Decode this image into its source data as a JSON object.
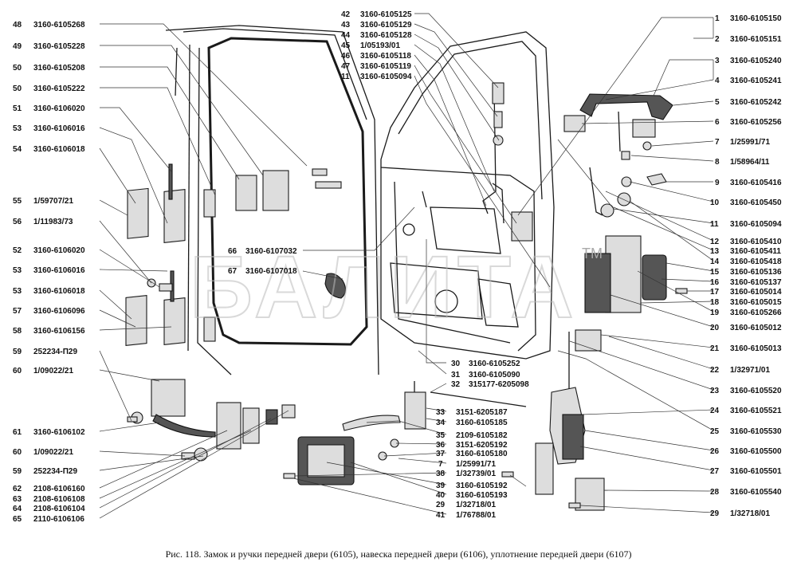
{
  "caption": "Рис. 118. Замок и ручки передней двери (6105), навеска передней двери (6106), уплотнение передней двери (6107)",
  "watermark": {
    "text": "БАЛИТА",
    "tm": "TM"
  },
  "labels": [
    {
      "id": "L48",
      "num": "48",
      "code": "3160-6105268"
    },
    {
      "id": "L49",
      "num": "49",
      "code": "3160-6105228"
    },
    {
      "id": "L50",
      "num": "50",
      "code": "3160-6105208"
    },
    {
      "id": "L51",
      "num": "50",
      "code": "3160-6105222"
    },
    {
      "id": "L52",
      "num": "51",
      "code": "3160-6106020"
    },
    {
      "id": "L53",
      "num": "53",
      "code": "3160-6106016"
    },
    {
      "id": "L54",
      "num": "54",
      "code": "3160-6106018"
    },
    {
      "id": "L55",
      "num": "55",
      "code": "1/59707/21"
    },
    {
      "id": "L56",
      "num": "56",
      "code": "1/11983/73"
    },
    {
      "id": "L57",
      "num": "52",
      "code": "3160-6106020"
    },
    {
      "id": "L58",
      "num": "53",
      "code": "3160-6106016"
    },
    {
      "id": "L59",
      "num": "53",
      "code": "3160-6106018"
    },
    {
      "id": "L60",
      "num": "57",
      "code": "3160-6106096"
    },
    {
      "id": "L61",
      "num": "58",
      "code": "3160-6106156"
    },
    {
      "id": "L62",
      "num": "59",
      "code": "252234-П29"
    },
    {
      "id": "L63",
      "num": "60",
      "code": "1/09022/21"
    },
    {
      "id": "L64",
      "num": "61",
      "code": "3160-6106102"
    },
    {
      "id": "L65",
      "num": "60",
      "code": "1/09022/21"
    },
    {
      "id": "L66",
      "num": "59",
      "code": "252234-П29"
    },
    {
      "id": "L67",
      "num": "62",
      "code": "2108-6106160"
    },
    {
      "id": "L68",
      "num": "63",
      "code": "2108-6106108"
    },
    {
      "id": "L69",
      "num": "64",
      "code": "2108-6106104"
    },
    {
      "id": "L70",
      "num": "65",
      "code": "2110-6106106"
    },
    {
      "id": "L71",
      "num": "42",
      "code": "3160-6105125"
    },
    {
      "id": "L72",
      "num": "43",
      "code": "3160-6105129"
    },
    {
      "id": "L73",
      "num": "44",
      "code": "3160-6105128"
    },
    {
      "id": "L74",
      "num": "45",
      "code": "1/05193/01"
    },
    {
      "id": "L75",
      "num": "46",
      "code": "3160-6105118"
    },
    {
      "id": "L76",
      "num": "47",
      "code": "3160-6105119"
    },
    {
      "id": "L77",
      "num": "11",
      "code": "3160-6105094"
    },
    {
      "id": "L78",
      "num": "66",
      "code": "3160-6107032"
    },
    {
      "id": "L79",
      "num": "67",
      "code": "3160-6107018"
    },
    {
      "id": "L80",
      "num": "30",
      "code": "3160-6105252"
    },
    {
      "id": "L81",
      "num": "31",
      "code": "3160-6105090"
    },
    {
      "id": "L82",
      "num": "32",
      "code": "315177-6205098"
    },
    {
      "id": "L83",
      "num": "33",
      "code": "3151-6205187"
    },
    {
      "id": "L84",
      "num": "34",
      "code": "3160-6105185"
    },
    {
      "id": "L85",
      "num": "35",
      "code": "2109-6105182"
    },
    {
      "id": "L86",
      "num": "36",
      "code": "3151-6205192"
    },
    {
      "id": "L87",
      "num": "37",
      "code": "3160-6105180"
    },
    {
      "id": "L88",
      "num": "7",
      "code": "1/25991/71"
    },
    {
      "id": "L89",
      "num": "38",
      "code": "1/32739/01"
    },
    {
      "id": "L90",
      "num": "39",
      "code": "3160-6105192"
    },
    {
      "id": "L91",
      "num": "40",
      "code": "3160-6105193"
    },
    {
      "id": "L92",
      "num": "29",
      "code": "1/32718/01"
    },
    {
      "id": "L93",
      "num": "41",
      "code": "1/76788/01"
    },
    {
      "id": "R1",
      "num": "1",
      "code": "3160-6105150"
    },
    {
      "id": "R2",
      "num": "2",
      "code": "3160-6105151"
    },
    {
      "id": "R3",
      "num": "3",
      "code": "3160-6105240"
    },
    {
      "id": "R4",
      "num": "4",
      "code": "3160-6105241"
    },
    {
      "id": "R5",
      "num": "5",
      "code": "3160-6105242"
    },
    {
      "id": "R6",
      "num": "6",
      "code": "3160-6105256"
    },
    {
      "id": "R7",
      "num": "7",
      "code": "1/25991/71"
    },
    {
      "id": "R8",
      "num": "8",
      "code": "1/58964/11"
    },
    {
      "id": "R9",
      "num": "9",
      "code": "3160-6105416"
    },
    {
      "id": "R10",
      "num": "10",
      "code": "3160-6105450"
    },
    {
      "id": "R11",
      "num": "11",
      "code": "3160-6105094"
    },
    {
      "id": "R12",
      "num": "12",
      "code": "3160-6105410"
    },
    {
      "id": "R13",
      "num": "13",
      "code": "3160-6105411"
    },
    {
      "id": "R14",
      "num": "14",
      "code": "3160-6105418"
    },
    {
      "id": "R15",
      "num": "15",
      "code": "3160-6105136"
    },
    {
      "id": "R16",
      "num": "16",
      "code": "3160-6105137"
    },
    {
      "id": "R17",
      "num": "17",
      "code": "3160-6105014"
    },
    {
      "id": "R18",
      "num": "18",
      "code": "3160-6105015"
    },
    {
      "id": "R19",
      "num": "19",
      "code": "3160-6105266"
    },
    {
      "id": "R20",
      "num": "20",
      "code": "3160-6105012"
    },
    {
      "id": "R21",
      "num": "21",
      "code": "3160-6105013"
    },
    {
      "id": "R22",
      "num": "22",
      "code": "1/32971/01"
    },
    {
      "id": "R23",
      "num": "23",
      "code": "3160-6105520"
    },
    {
      "id": "R24",
      "num": "24",
      "code": "3160-6105521"
    },
    {
      "id": "R25",
      "num": "25",
      "code": "3160-6105530"
    },
    {
      "id": "R26",
      "num": "26",
      "code": "3160-6105500"
    },
    {
      "id": "R27",
      "num": "27",
      "code": "3160-6105501"
    },
    {
      "id": "R28",
      "num": "28",
      "code": "3160-6105540"
    },
    {
      "id": "R29",
      "num": "29",
      "code": "1/32718/01"
    }
  ]
}
